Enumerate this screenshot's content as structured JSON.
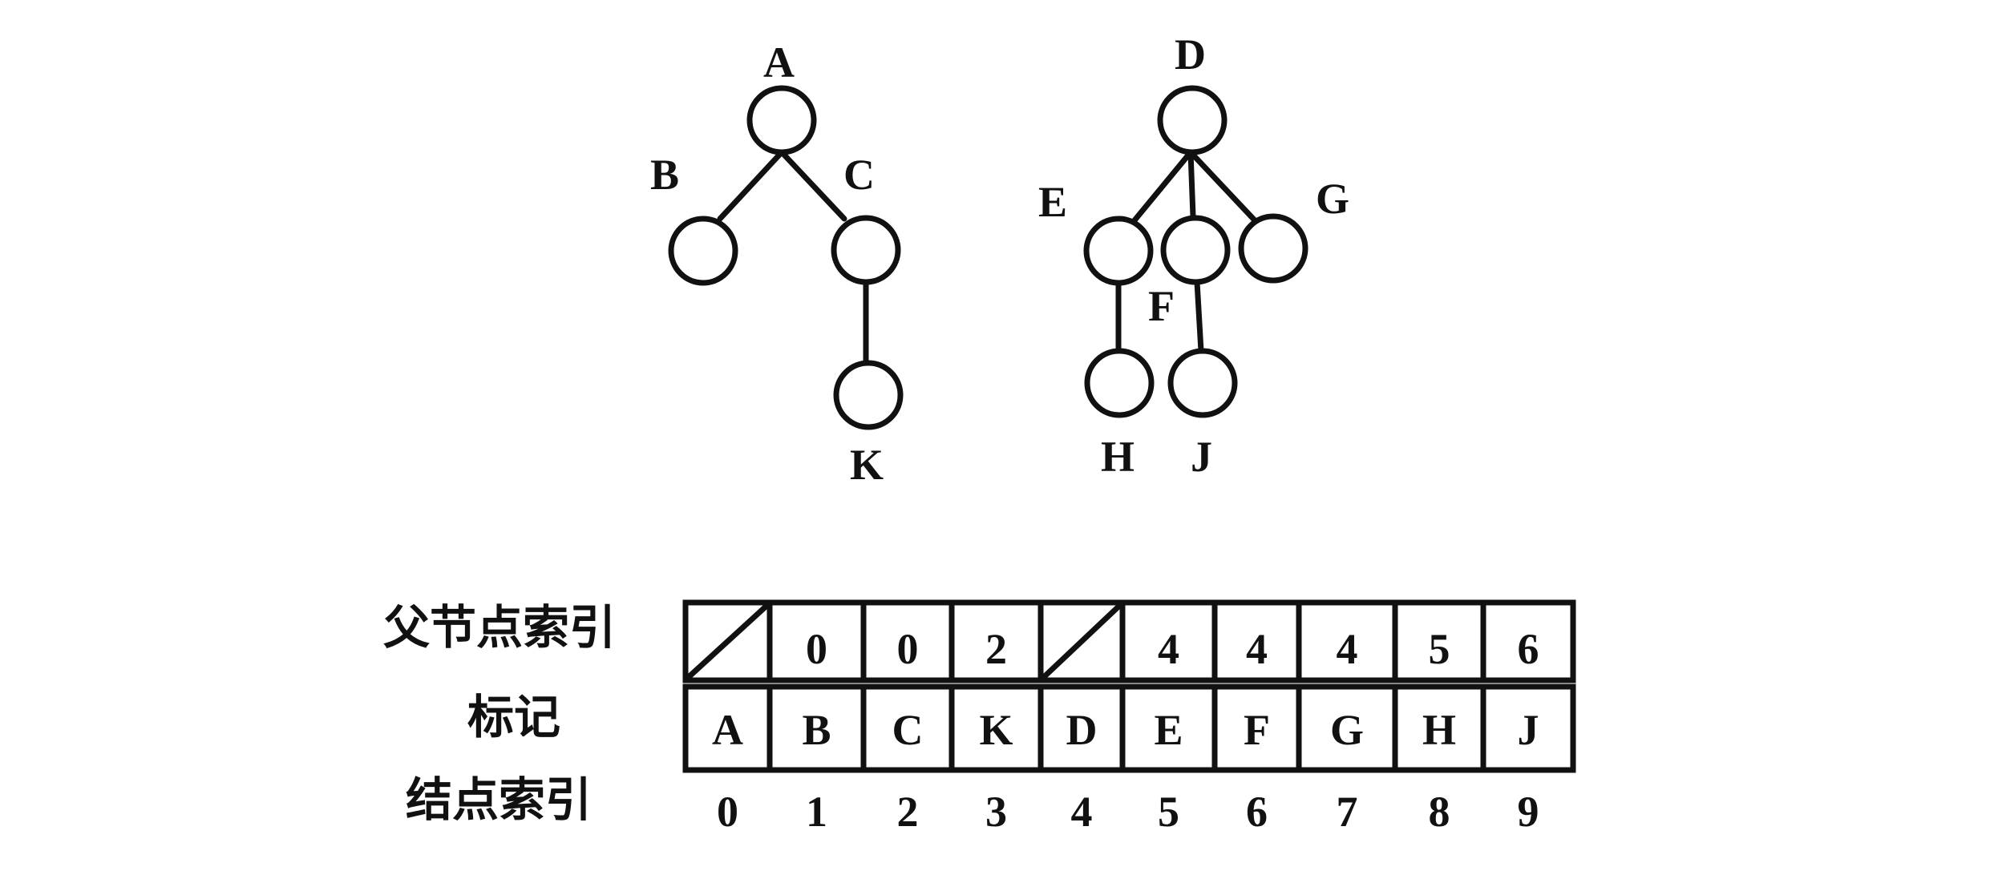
{
  "trees": [
    {
      "nodes": [
        {
          "id": "A",
          "label": "A"
        },
        {
          "id": "B",
          "label": "B"
        },
        {
          "id": "C",
          "label": "C"
        },
        {
          "id": "K",
          "label": "K"
        }
      ],
      "edges": [
        [
          "A",
          "B"
        ],
        [
          "A",
          "C"
        ],
        [
          "C",
          "K"
        ]
      ]
    },
    {
      "nodes": [
        {
          "id": "D",
          "label": "D"
        },
        {
          "id": "E",
          "label": "E"
        },
        {
          "id": "F",
          "label": "F"
        },
        {
          "id": "G",
          "label": "G"
        },
        {
          "id": "H",
          "label": "H"
        },
        {
          "id": "J",
          "label": "J"
        }
      ],
      "edges": [
        [
          "D",
          "E"
        ],
        [
          "D",
          "F"
        ],
        [
          "D",
          "G"
        ],
        [
          "E",
          "H"
        ],
        [
          "F",
          "J"
        ]
      ]
    }
  ],
  "table": {
    "row_labels": {
      "parent_index": "父节点索引",
      "mark": "标记",
      "node_index": "结点索引"
    },
    "parent_index": [
      "",
      "0",
      "0",
      "2",
      "",
      "4",
      "4",
      "4",
      "5",
      "6"
    ],
    "parent_null": [
      true,
      false,
      false,
      false,
      true,
      false,
      false,
      false,
      false,
      false
    ],
    "marks": [
      "A",
      "B",
      "C",
      "K",
      "D",
      "E",
      "F",
      "G",
      "H",
      "J"
    ],
    "node_index": [
      "0",
      "1",
      "2",
      "3",
      "4",
      "5",
      "6",
      "7",
      "8",
      "9"
    ]
  }
}
